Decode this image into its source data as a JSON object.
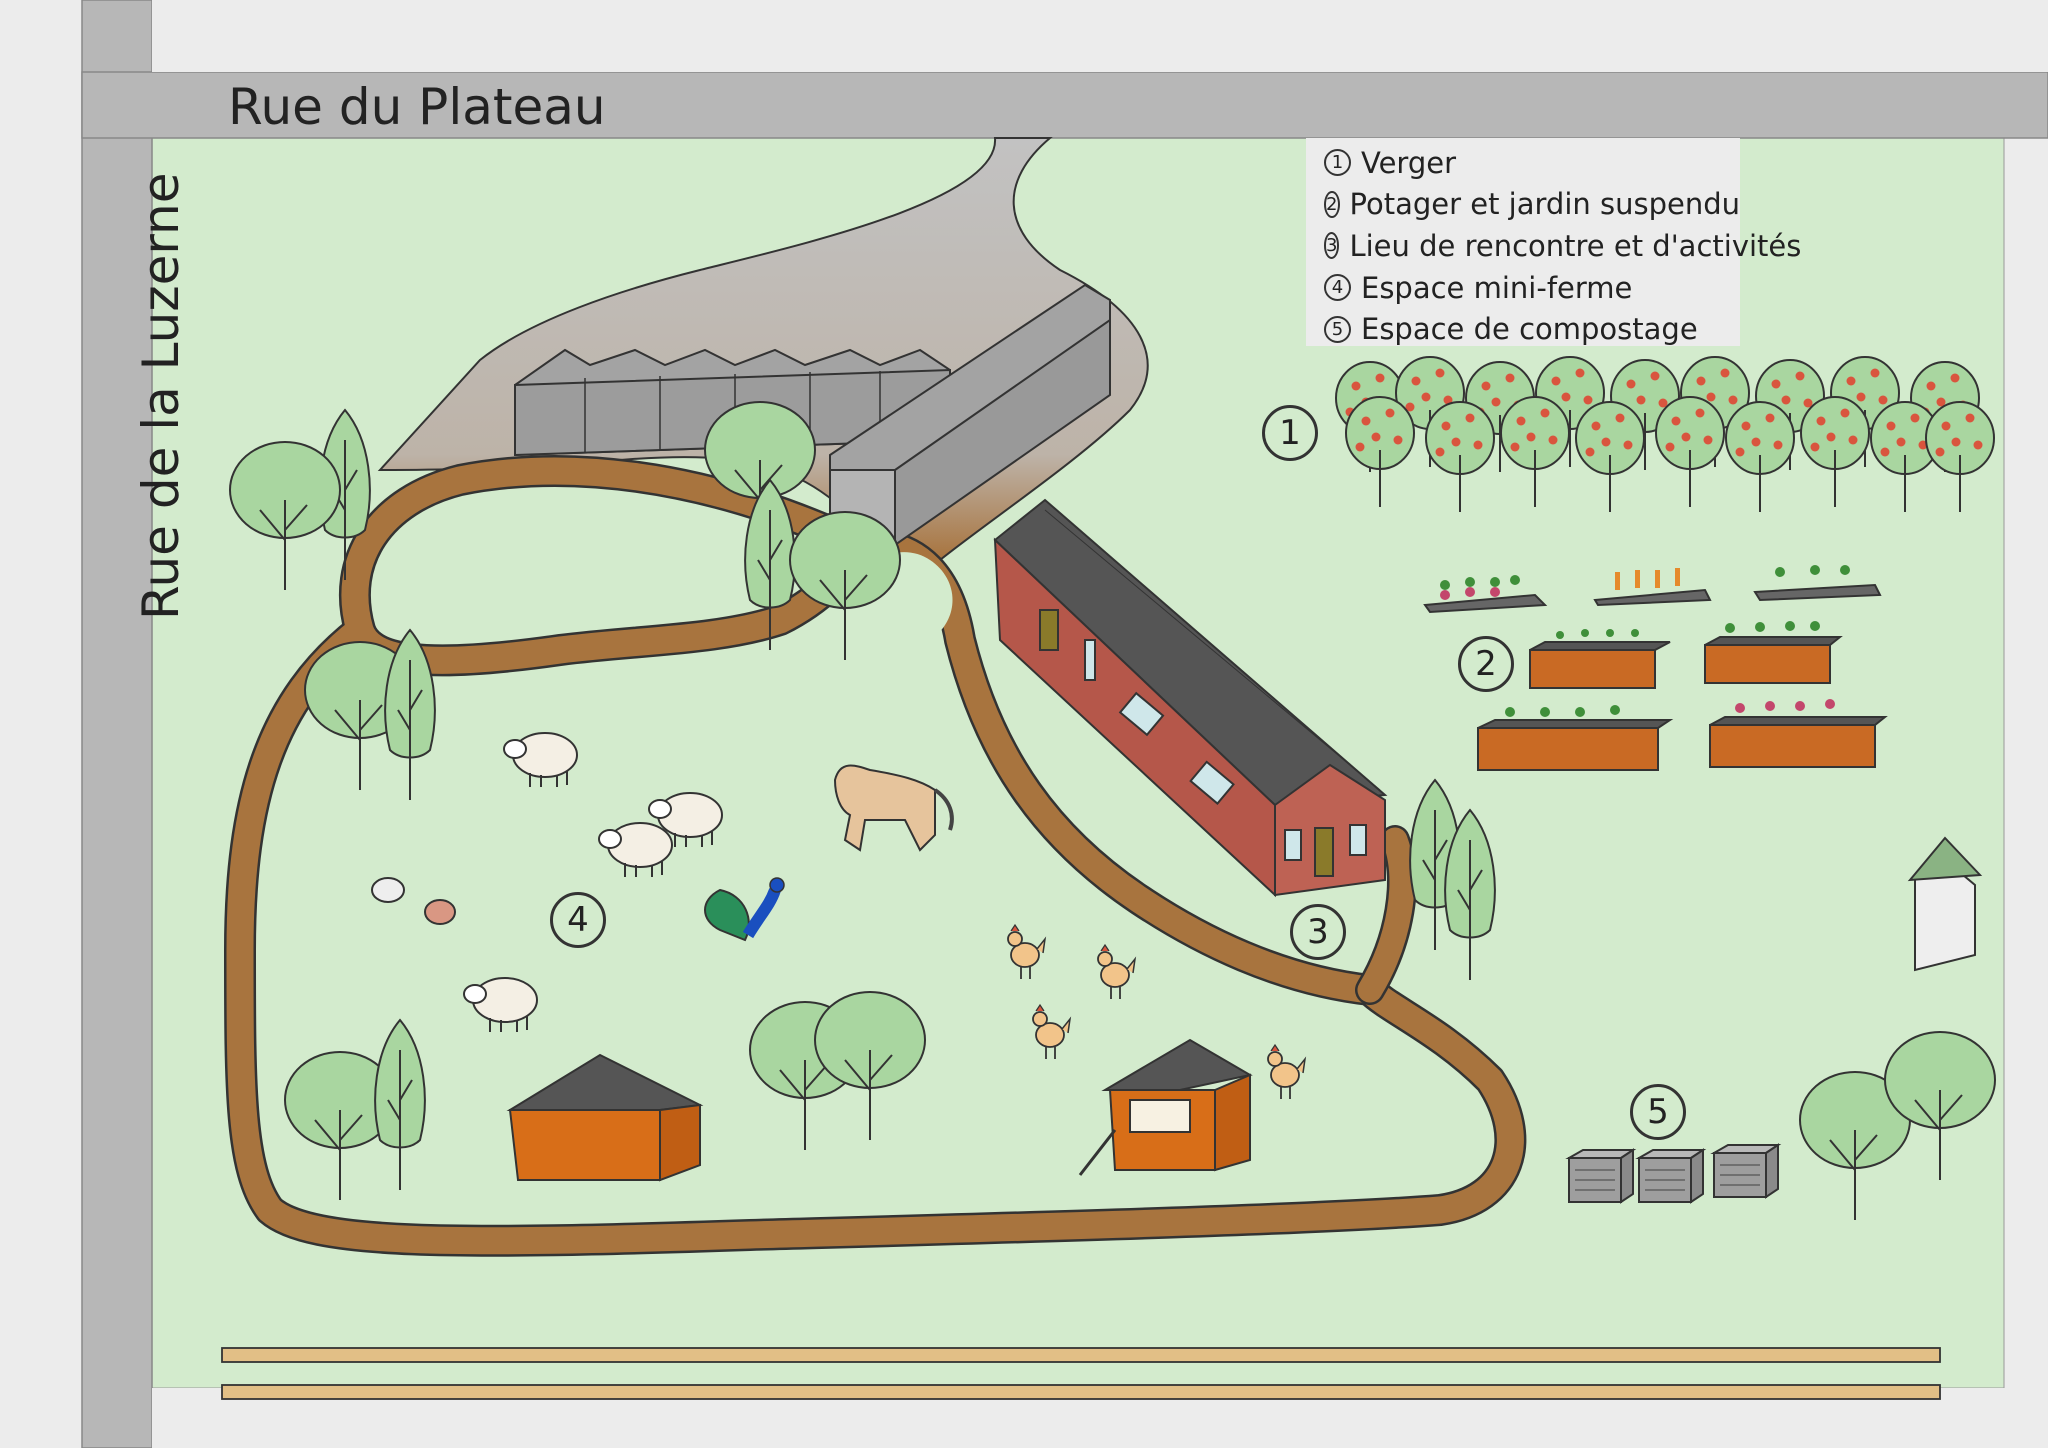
{
  "streets": {
    "top": "Rue du Plateau",
    "left": "Rue de la Luzerne"
  },
  "legend": [
    {
      "num": "1",
      "label": "Verger"
    },
    {
      "num": "2",
      "label": "Potager et jardin suspendu"
    },
    {
      "num": "3",
      "label": "Lieu de rencontre et d'activités"
    },
    {
      "num": "4",
      "label": "Espace mini-ferme"
    },
    {
      "num": "5",
      "label": "Espace de compostage"
    }
  ],
  "markers": {
    "m1": "1",
    "m2": "2",
    "m3": "3",
    "m4": "4",
    "m5": "5"
  },
  "colors": {
    "grass": "#d3ebcd",
    "road": "#b7b7b7",
    "path": "#a8743e",
    "tree": "#a9d6a0",
    "brick": "#b5574a",
    "orange_shed": "#d86e18",
    "fence": "#e2bf86"
  }
}
